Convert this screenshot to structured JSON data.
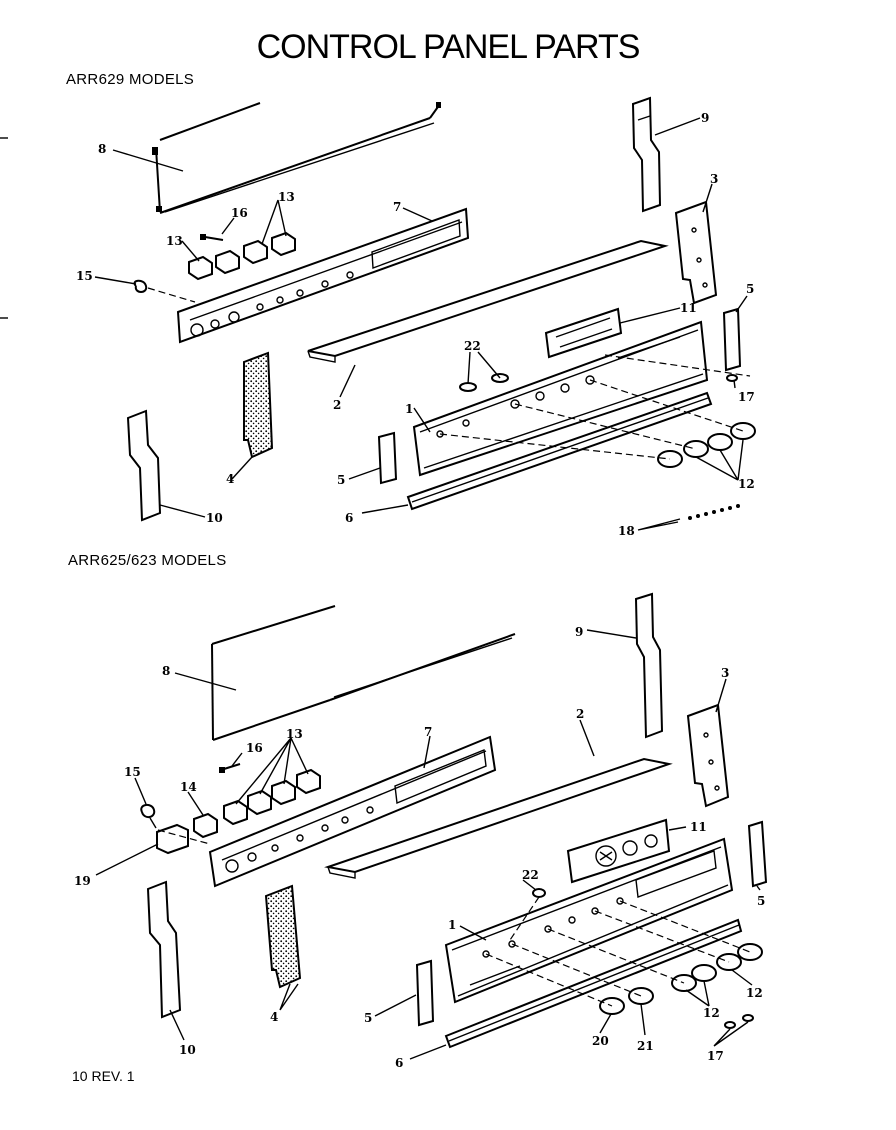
{
  "page": {
    "title": "CONTROL PANEL PARTS",
    "footer": "10 REV. 1"
  },
  "sections": [
    {
      "title": "ARR629 MODELS",
      "callouts": [
        "8",
        "16",
        "13",
        "13",
        "7",
        "15",
        "9",
        "3",
        "5",
        "11",
        "22",
        "2",
        "1",
        "4",
        "5",
        "17",
        "12",
        "10",
        "6",
        "18"
      ]
    },
    {
      "title": "ARR625/623 MODELS",
      "callouts": [
        "8",
        "9",
        "3",
        "2",
        "7",
        "16",
        "13",
        "15",
        "14",
        "11",
        "19",
        "22",
        "1",
        "5",
        "12",
        "12",
        "4",
        "5",
        "10",
        "20",
        "21",
        "17",
        "6"
      ]
    }
  ]
}
